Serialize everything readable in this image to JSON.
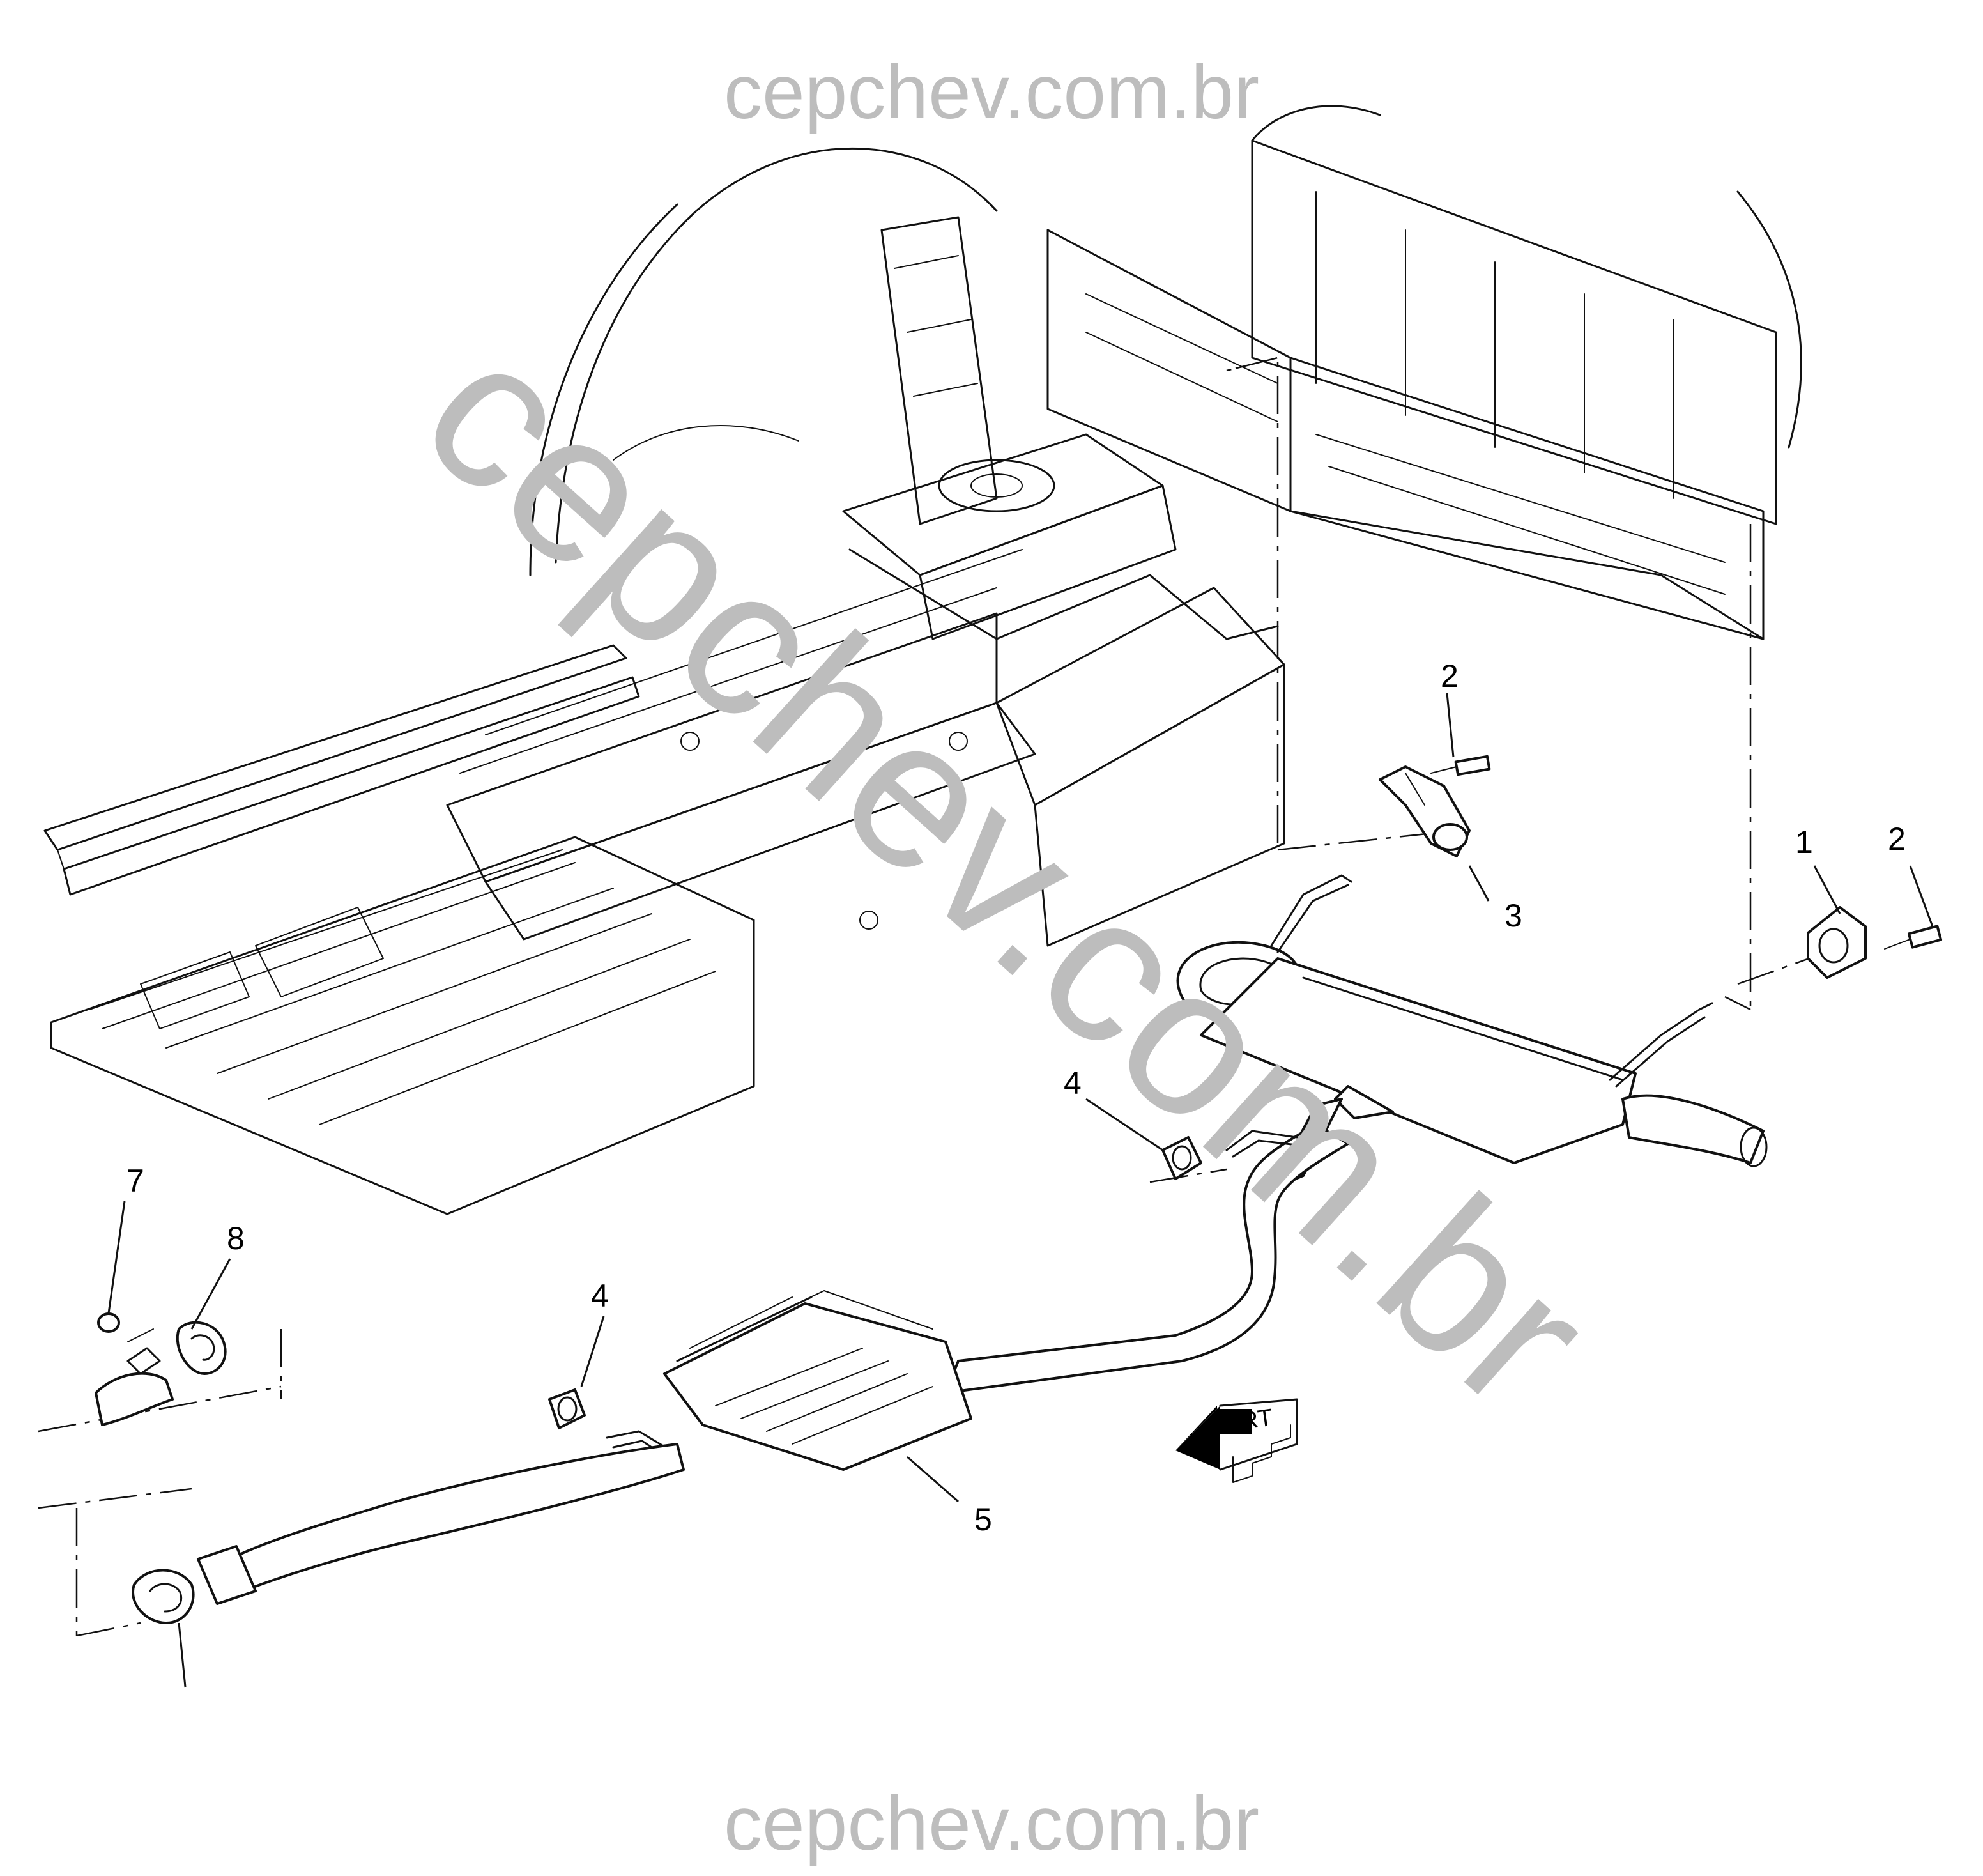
{
  "watermark": {
    "top": "cepchev.com.br",
    "bottom": "cepchev.com.br",
    "diagonal": "cepchev.com.br"
  },
  "callouts": {
    "c1": "1",
    "c2a": "2",
    "c2b": "2",
    "c3": "3",
    "c4a": "4",
    "c4b": "4",
    "c5": "5",
    "c7": "7",
    "c8": "8"
  },
  "front_arrow": {
    "label": "FRT"
  },
  "colors": {
    "watermark": "#bdbdbd",
    "line": "#111111",
    "arrow": "#000000"
  }
}
